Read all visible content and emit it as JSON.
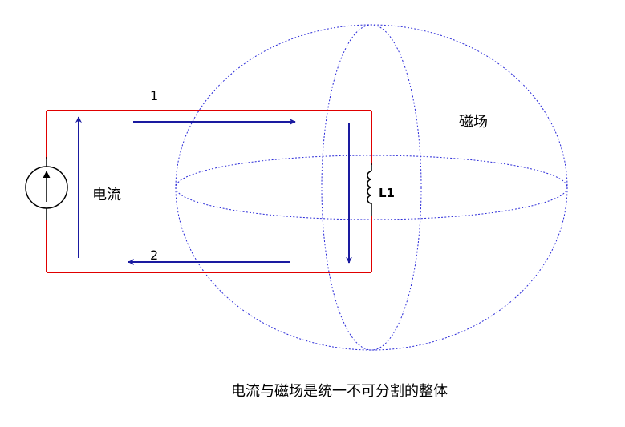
{
  "labels": {
    "loop_top": "1",
    "loop_bottom": "2",
    "current": "电流",
    "magnetic_field": "磁场",
    "inductor": "L1",
    "caption": "电流与磁场是统一不可分割的整体"
  },
  "icons": {
    "source": "current-source-icon",
    "inductor": "inductor-coil-icon"
  },
  "colors": {
    "wire": "#e00000",
    "arrow": "#1a1aa0",
    "field": "#2a2ad8",
    "component": "#000000",
    "text": "#000000"
  }
}
